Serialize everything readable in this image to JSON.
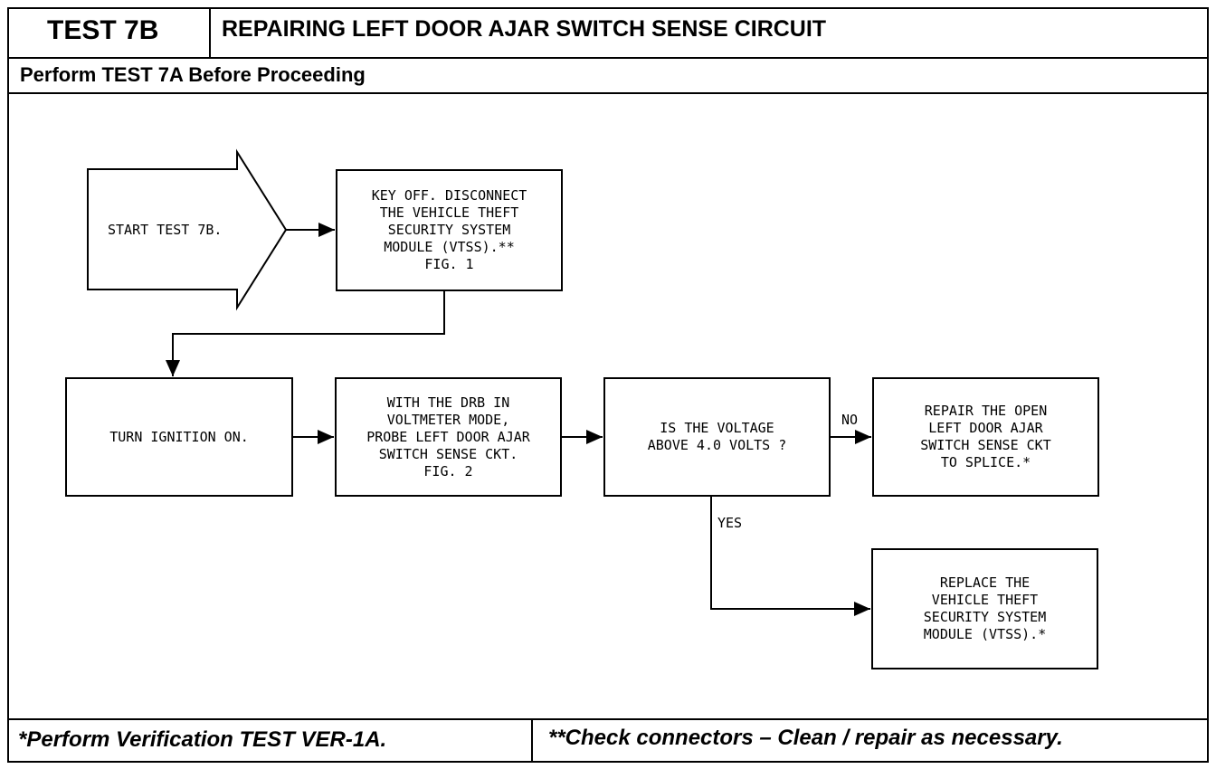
{
  "header": {
    "test_id": "TEST 7B",
    "title": "REPAIRING LEFT DOOR AJAR SWITCH SENSE CIRCUIT",
    "prerequisite": "Perform TEST 7A Before Proceeding"
  },
  "flow": {
    "start": "START TEST 7B.",
    "step1": [
      "KEY OFF. DISCONNECT",
      "THE VEHICLE THEFT",
      "SECURITY SYSTEM",
      "MODULE (VTSS).**",
      "FIG. 1"
    ],
    "step2": [
      "TURN IGNITION ON."
    ],
    "step3": [
      "WITH THE DRB IN",
      "VOLTMETER MODE,",
      "PROBE LEFT DOOR AJAR",
      "SWITCH SENSE CKT.",
      "FIG. 2"
    ],
    "decision": [
      "IS THE VOLTAGE",
      "ABOVE 4.0 VOLTS ?"
    ],
    "no_label": "NO",
    "yes_label": "YES",
    "repair": [
      "REPAIR THE OPEN",
      "LEFT DOOR AJAR",
      "SWITCH SENSE CKT",
      "TO SPLICE.*"
    ],
    "replace": [
      "REPLACE THE",
      "VEHICLE THEFT",
      "SECURITY SYSTEM",
      "MODULE (VTSS).*"
    ]
  },
  "footer": {
    "note1": "*Perform Verification TEST VER-1A.",
    "note2": "**Check connectors – Clean / repair as necessary."
  }
}
